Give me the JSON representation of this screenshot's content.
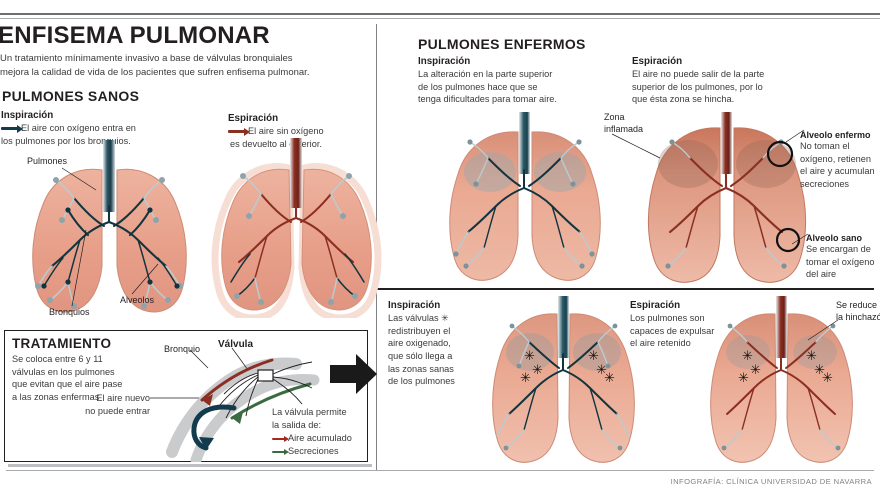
{
  "title": "ENFISEMA PULMONAR",
  "lede_line1": "Un tratamiento mínimamente invasivo a base de válvulas bronquiales",
  "lede_line2": "mejora la calidad de vida de los pacientes que sufren enfisema pulmonar.",
  "healthy": {
    "heading": "PULMONES SANOS",
    "inspiration": {
      "heading": "Inspiración",
      "line1": "El aire con oxígeno entra en",
      "line2": "los pulmones por los bronquios.",
      "arrow_color": "#123b4d"
    },
    "expiration": {
      "heading": "Espiración",
      "line1": "El aire sin oxígeno",
      "line2": "es devuelto al exterior.",
      "arrow_color": "#8c2f23"
    },
    "callouts": {
      "lungs": "Pulmones",
      "bronchi": "Bronquios",
      "alveoli": "Alveolos"
    }
  },
  "treatment": {
    "heading": "TRATAMIENTO",
    "line1": "Se coloca entre 6 y 11",
    "line2": "válvulas en los pulmones",
    "line3": "que evitan que el aire pase",
    "line4": "a las zonas enfermas",
    "no_air_line1": "El aire nuevo",
    "no_air_line2": "no puede entrar",
    "bronquio_label": "Bronquio",
    "valvula_label": "Válvula",
    "legend_title_line1": "La válvula permite",
    "legend_title_line2": "la salida de:",
    "legend": [
      {
        "label": "Aire acumulado",
        "color": "#a3291e"
      },
      {
        "label": "Secreciones",
        "color": "#3d6b41"
      }
    ]
  },
  "diseased": {
    "heading": "PULMONES ENFERMOS",
    "inspiration": {
      "heading": "Inspiración",
      "line1": "La alteración en la parte superior",
      "line2": "de los pulmones hace que se",
      "line3": "tenga dificultades para tomar aire."
    },
    "expiration": {
      "heading": "Espiración",
      "line1": "El aire no puede salir de la parte",
      "line2": "superior de los pulmones, por lo",
      "line3": "que ésta zona se hincha."
    },
    "zona_inflamada_line1": "Zona",
    "zona_inflamada_line2": "inflamada",
    "alveolo_enfermo": {
      "heading": "Alveolo enfermo",
      "line1": "No toman el",
      "line2": "oxígeno, retienen",
      "line3": "el aire y acumulan",
      "line4": "secreciones"
    },
    "alveolo_sano": {
      "heading": "Alveolo sano",
      "line1": "Se encargan de",
      "line2": "tomar el oxígeno",
      "line3": "del aire"
    }
  },
  "treated": {
    "inspiration": {
      "heading": "Inspiración",
      "line1": "Las válvulas",
      "line2": "redistribuyen el",
      "line3": "aire oxigenado,",
      "line4": "que sólo llega a",
      "line5": "las zonas sanas",
      "line6": "de los pulmones"
    },
    "expiration": {
      "heading": "Espiración",
      "line1": "Los pulmones son",
      "line2": "capaces de expulsar",
      "line3": "el aire retenido"
    },
    "reduce_line1": "Se reduce",
    "reduce_line2": "la hinchazón"
  },
  "footer": "INFOGRAFÍA: CLÍNICA UNIVERSIDAD DE NAVARRA",
  "colors": {
    "lung_fill": "#e9a38e",
    "lung_fill_dark": "#d98e79",
    "bronchi_dark": "#12343f",
    "bronchi_red": "#8c2f23",
    "alveoli_pale": "#b9ccd2",
    "swollen": "#c07a63",
    "rule": "#808285"
  }
}
